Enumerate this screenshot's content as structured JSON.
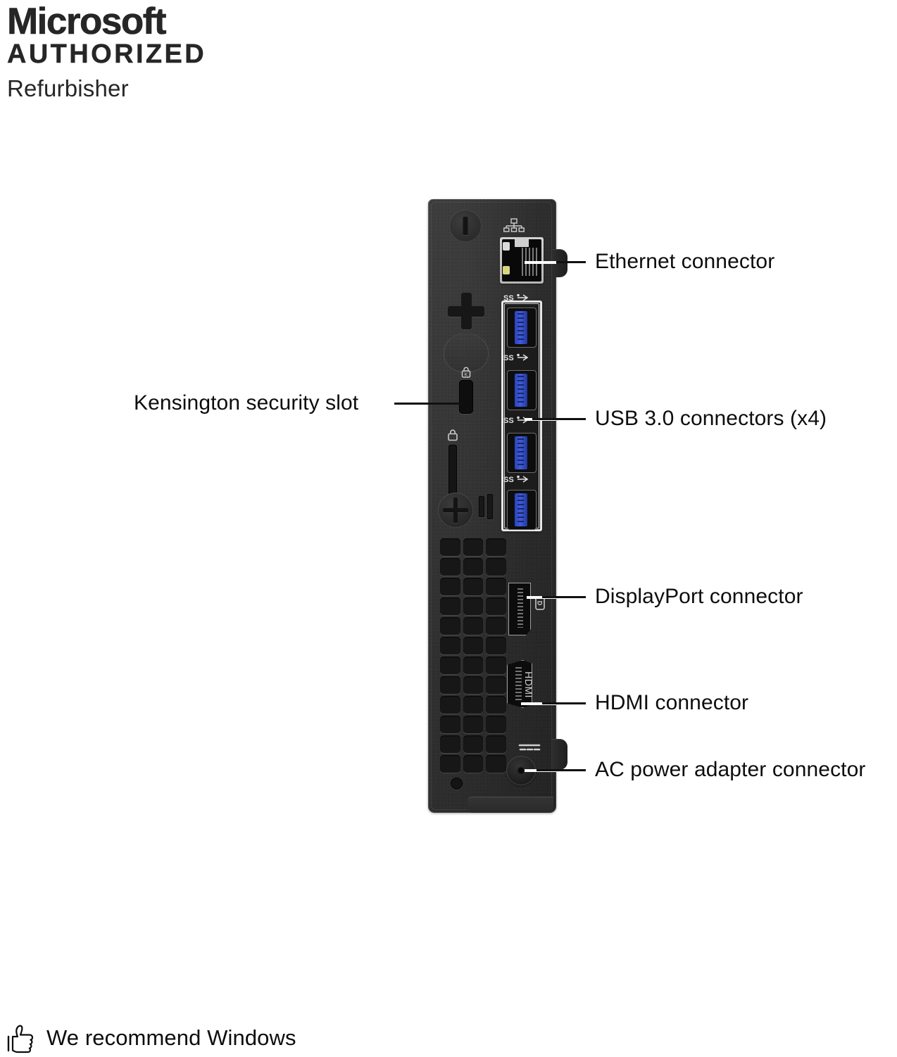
{
  "header": {
    "line1": "Microsoft",
    "line2": "AUTHORIZED",
    "line3": "Refurbisher"
  },
  "footer": {
    "icon": "thumbs-up-icon",
    "text": "We recommend Windows"
  },
  "diagram": {
    "subject": "desktop-computer-rear-panel",
    "port_markings": {
      "usb_superspeed": "SS",
      "displayport": "DP",
      "hdmi": "HDMI"
    },
    "callouts": [
      {
        "id": "ethernet",
        "label": "Ethernet connector",
        "side": "right"
      },
      {
        "id": "usb30",
        "label": "USB 3.0 connectors (x4)",
        "side": "right"
      },
      {
        "id": "kensington",
        "label": "Kensington security slot",
        "side": "left"
      },
      {
        "id": "displayport",
        "label": "DisplayPort connector",
        "side": "right"
      },
      {
        "id": "hdmi",
        "label": "HDMI connector",
        "side": "right"
      },
      {
        "id": "acpower",
        "label": "AC power adapter connector",
        "side": "right"
      }
    ]
  },
  "colors": {
    "chassis": "#2f2f2f",
    "usb_blue": "#3f5ce0",
    "port_metal": "#cfcfcf",
    "text": "#0d0d0d"
  }
}
